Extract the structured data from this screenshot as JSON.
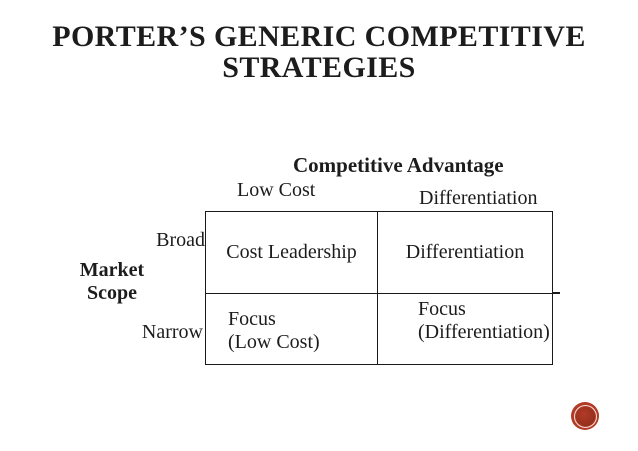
{
  "slide": {
    "title_lines": [
      "PORTER’S GENERIC COMPETITIVE",
      "STRATEGIES"
    ]
  },
  "matrix": {
    "x_axis_title": "Competitive Advantage",
    "x_labels": {
      "left": "Low Cost",
      "right": "Differentiation"
    },
    "y_axis_title_lines": [
      "Market",
      "Scope"
    ],
    "y_labels": {
      "top": "Broad",
      "bottom": "Narrow"
    },
    "cells": {
      "top_left": "Cost Leadership",
      "top_right": "Differentiation",
      "bottom_left_lines": [
        "Focus",
        "(Low Cost)"
      ],
      "bottom_right_lines": [
        "Focus",
        "(Differentiation)"
      ]
    }
  },
  "decor": {
    "logo_icon": "red-ring-circle-icon"
  },
  "colors": {
    "text": "#1c1c1c",
    "border": "#1a1a1a",
    "circle_outer": "#b23a26",
    "circle_ring": "#f2e0da",
    "circle_inner": "#92301d"
  }
}
